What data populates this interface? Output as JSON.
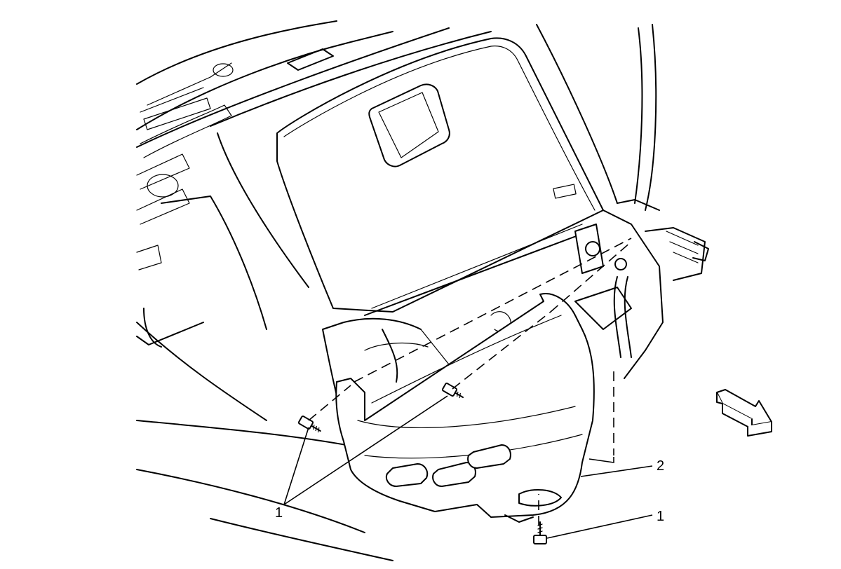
{
  "callouts": {
    "fastener_upper": "1",
    "fastener_lower": "1",
    "panel": "2"
  },
  "colors": {
    "line": "#000000",
    "background": "#ffffff"
  },
  "icons": {
    "direction_arrow": "forward-arrow-icon"
  }
}
